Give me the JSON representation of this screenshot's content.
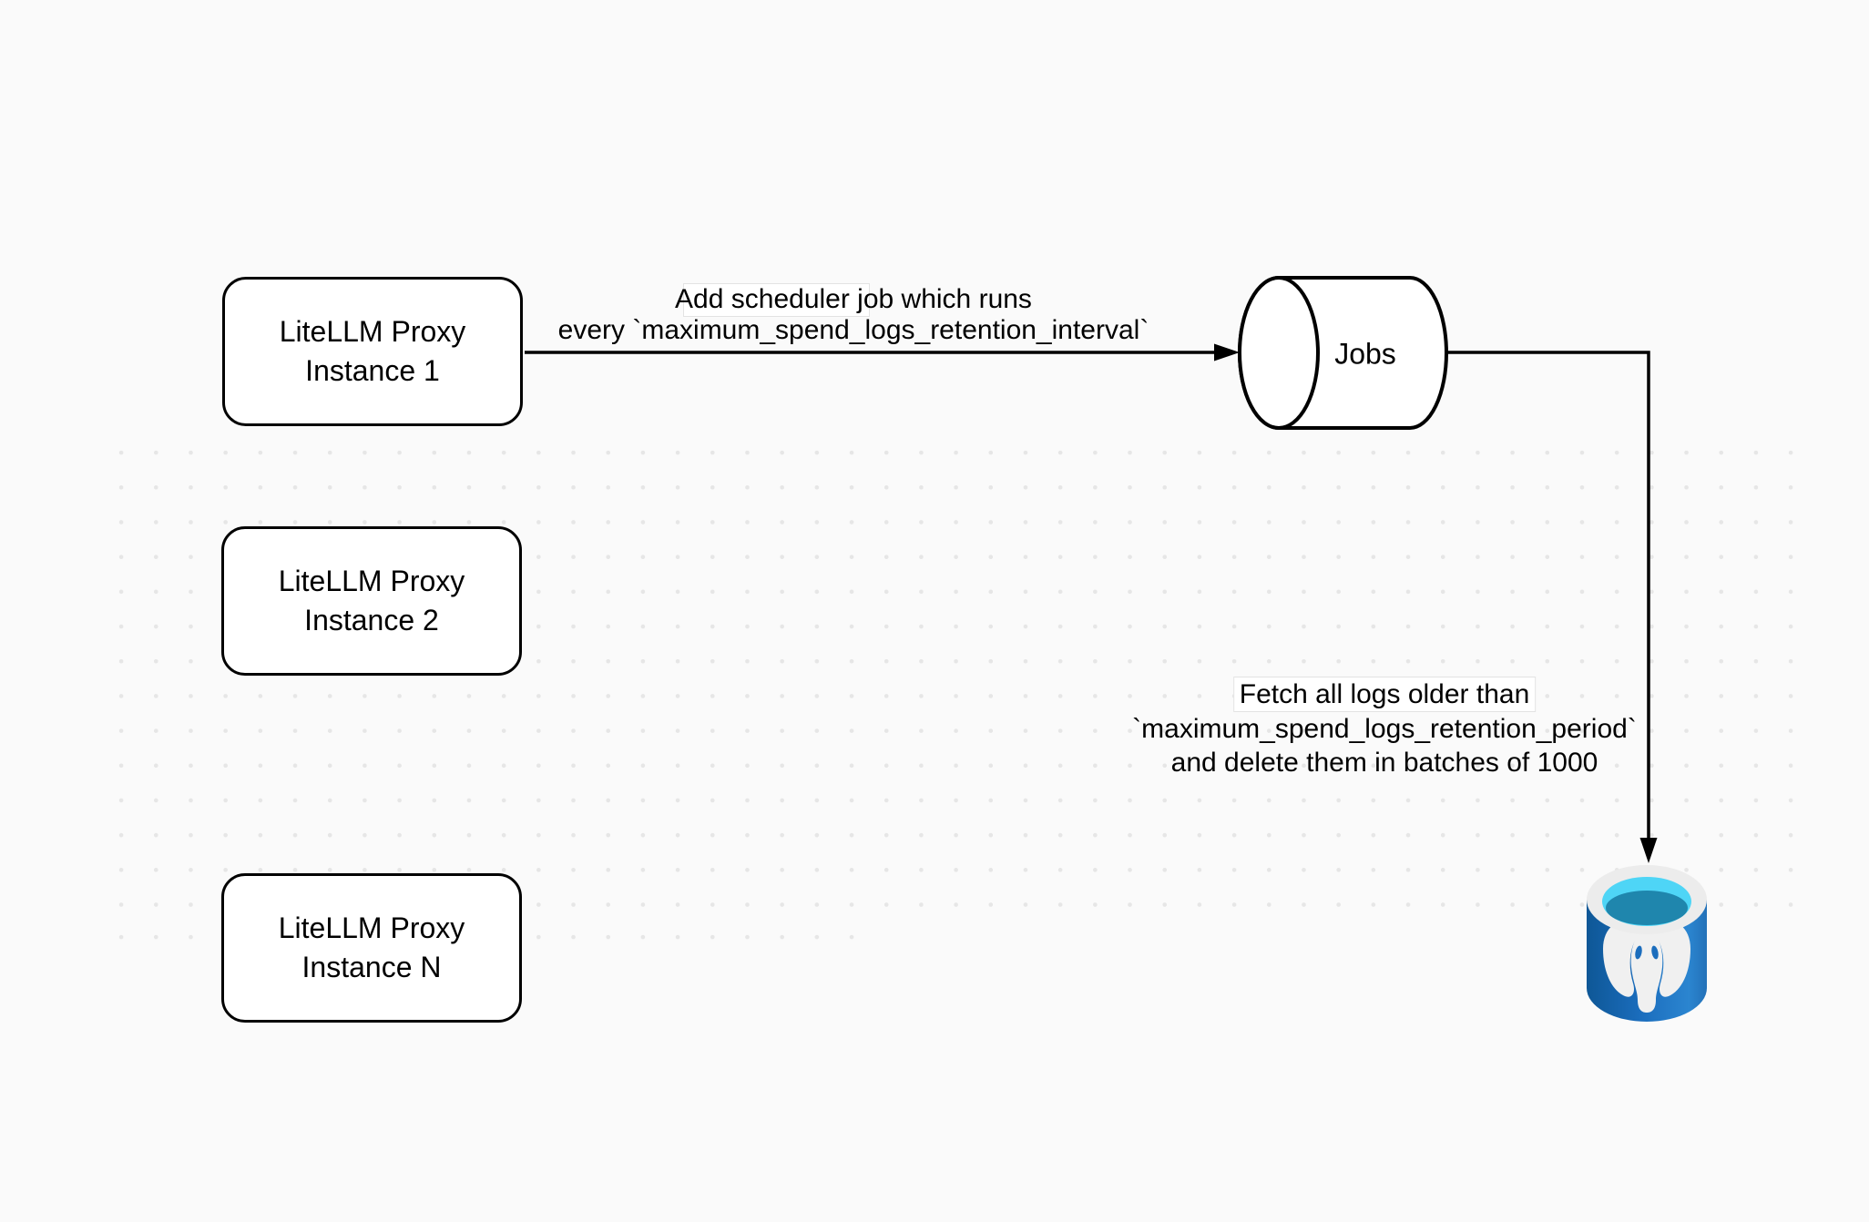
{
  "page": {
    "background_color": "#fafafa",
    "dot_color": "#e6e6e6",
    "stroke_color": "#000000",
    "label_background_color": "#ffffff"
  },
  "nodes": {
    "instance1": {
      "line1": "LiteLLM Proxy",
      "line2": "Instance 1"
    },
    "instance2": {
      "line1": "LiteLLM Proxy",
      "line2": "Instance 2"
    },
    "instance_n": {
      "line1": "LiteLLM Proxy",
      "line2": "Instance N"
    },
    "jobs": {
      "label": "Jobs"
    },
    "database": {
      "type": "postgresql-database",
      "body_color": "#1b6dbd",
      "body_shadow_color": "#0e5796",
      "body_highlight_color": "#2b85d0",
      "top_ring_color": "#ececec",
      "opening_color": "#4ed5f6",
      "opening_depth_color": "#1f86ad",
      "logo_color": "#f0f0f0"
    }
  },
  "edges": {
    "scheduler_job": {
      "label_line1": "Add scheduler job which runs",
      "label_line2": "every `maximum_spend_logs_retention_interval`"
    },
    "fetch_logs": {
      "label_line1": "Fetch all logs older than",
      "label_line2": "`maximum_spend_logs_retention_period`",
      "label_line3": "and delete them in batches of 1000"
    }
  }
}
